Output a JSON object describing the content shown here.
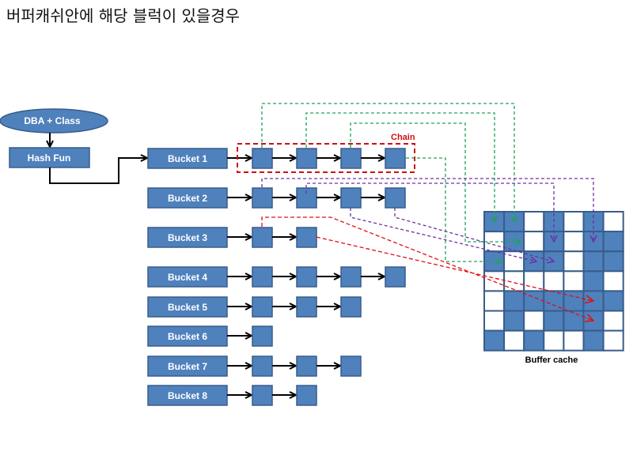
{
  "title": "버퍼캐쉬안에 해당 블럭이 있을경우",
  "source_node": "DBA + Class",
  "hash_node": "Hash Fun",
  "chain_label": "Chain",
  "buffer_cache_label": "Buffer cache",
  "colors": {
    "box_fill": "#4F81BD",
    "box_stroke": "#385D8A",
    "chain_border": "#D01010",
    "green_link": "#1FA35A",
    "purple_link": "#7030A0",
    "red_link": "#E01010",
    "arrow": "#000000"
  },
  "buckets": [
    {
      "label": "Bucket 1",
      "chain_length": 4
    },
    {
      "label": "Bucket 2",
      "chain_length": 4
    },
    {
      "label": "Bucket 3",
      "chain_length": 2
    },
    {
      "label": "Bucket 4",
      "chain_length": 4
    },
    {
      "label": "Bucket 5",
      "chain_length": 3
    },
    {
      "label": "Bucket 6",
      "chain_length": 1
    },
    {
      "label": "Bucket 7",
      "chain_length": 3
    },
    {
      "label": "Bucket 8",
      "chain_length": 2
    }
  ],
  "buffer_cache_grid": [
    [
      1,
      1,
      0,
      1,
      0,
      1,
      0
    ],
    [
      0,
      1,
      0,
      1,
      0,
      1,
      1
    ],
    [
      1,
      0,
      1,
      1,
      0,
      1,
      1
    ],
    [
      0,
      0,
      0,
      0,
      0,
      1,
      0
    ],
    [
      0,
      1,
      1,
      1,
      1,
      1,
      1
    ],
    [
      0,
      1,
      0,
      1,
      1,
      1,
      0
    ],
    [
      1,
      0,
      1,
      0,
      0,
      1,
      0
    ]
  ]
}
